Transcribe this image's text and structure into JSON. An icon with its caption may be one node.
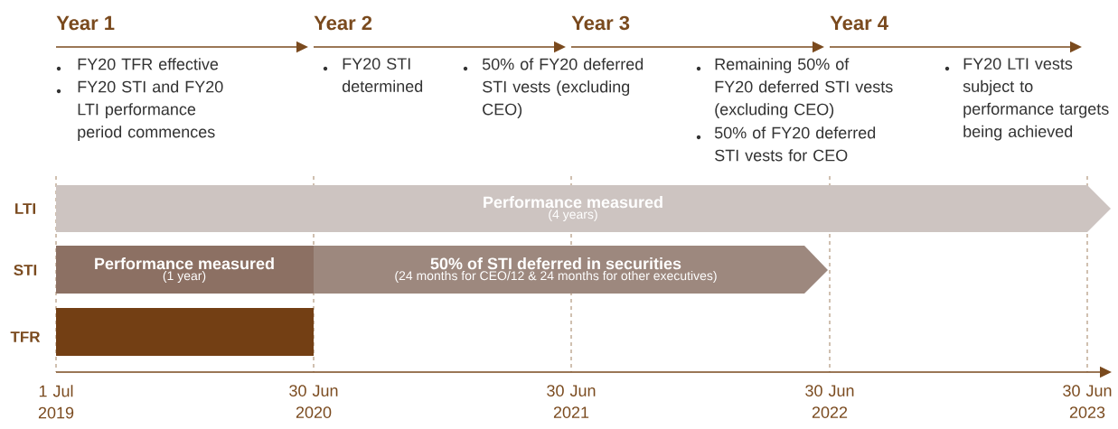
{
  "diagram": {
    "nodes": [
      {
        "text": [
          "Performance measured",
          "(4 years)"
        ]
      },
      {
        "text": [
          "Performance measured",
          "(1 year)"
        ]
      },
      {
        "text": [
          "50% of STI deferred in securities",
          "(24 months for CEO/12 & 24 months for other executives)"
        ]
      },
      {
        "text": [],
        "shape": "bar"
      }
    ],
    "labels": [
      "Year 1",
      "Year 2",
      "Year 3",
      "Year 4",
      "FY20 TFR effective",
      "FY20 STI and FY20 LTI performance period commences",
      "FY20 STI determined",
      "50% of FY20 deferred STI vests (excluding CEO)",
      "Remaining 50% of FY20 deferred STI vests (excluding CEO)",
      "50% of FY20 deferred STI vests for CEO",
      "FY20 LTI vests subject to performance targets being achieved",
      "LTI",
      "STI",
      "TFR",
      "1 Jul 2019",
      "30 Jun 2020",
      "30 Jun 2021",
      "30 Jun 2022",
      "30 Jun 2023"
    ]
  }
}
